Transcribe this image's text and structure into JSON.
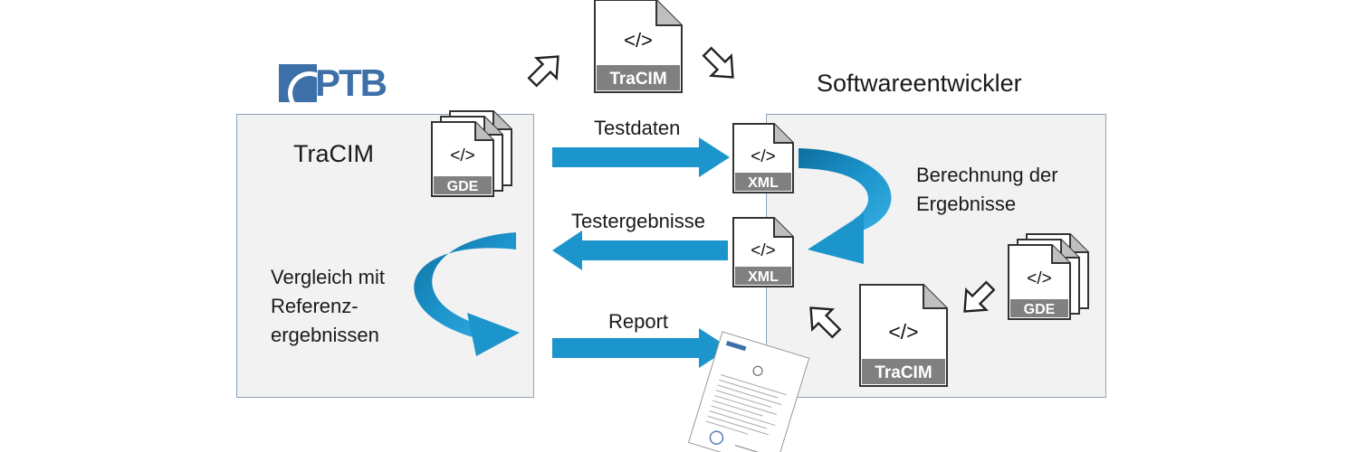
{
  "logo": {
    "text": "PTB"
  },
  "left_panel": {
    "title": "TraCIM",
    "compare_lines": [
      "Vergleich mit",
      "Referenz-",
      "ergebnissen"
    ]
  },
  "right_panel": {
    "title": "Softwareentwickler",
    "compute_lines": [
      "Berechnung der",
      "Ergebnisse"
    ]
  },
  "flows": {
    "testdaten": "Testdaten",
    "testergebnisse": "Testergebnisse",
    "report": "Report"
  },
  "documents": {
    "code_glyph": "</>",
    "tracim_label": "TraCIM",
    "gde_label": "GDE",
    "xml_label": "XML"
  },
  "colors": {
    "flow_blue": "#1c94cc",
    "flow_blue_dark": "#0e6f9e",
    "panel_fill": "#f2f2f2",
    "panel_border": "#8ea3b8",
    "label_gray": "#808080",
    "logo_blue": "#3d6fa8"
  }
}
